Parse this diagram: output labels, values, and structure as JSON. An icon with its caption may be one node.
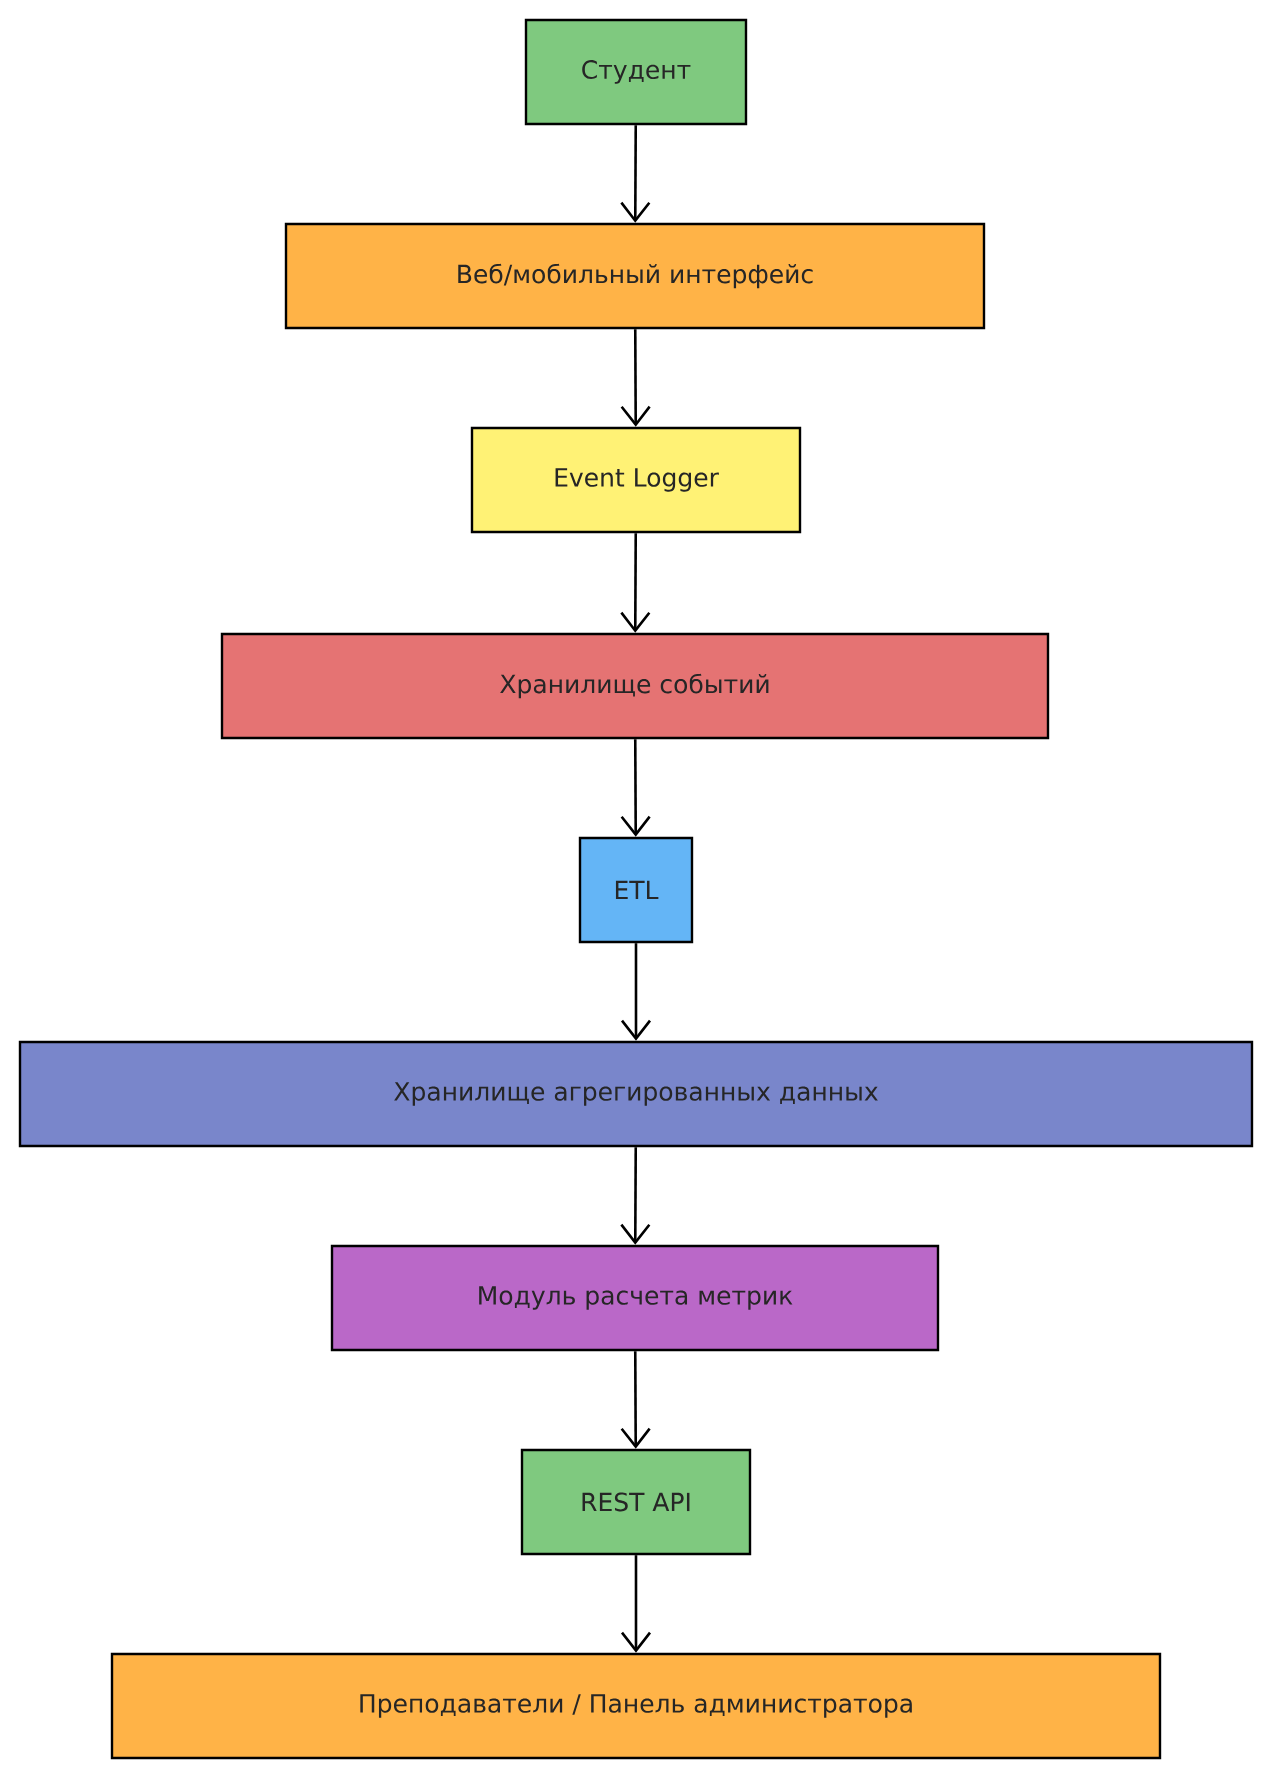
{
  "diagram": {
    "nodes": [
      {
        "text": [
          "Студент"
        ]
      },
      {
        "text": [
          "Веб/мобильный интерфейс"
        ]
      },
      {
        "text": [
          "Event Logger"
        ]
      },
      {
        "text": [
          "Хранилище событий"
        ]
      },
      {
        "text": [
          "ETL"
        ]
      },
      {
        "text": [
          "Хранилище агрегированных данных"
        ]
      },
      {
        "text": [
          "Модуль расчета метрик"
        ]
      },
      {
        "text": [
          "REST API"
        ]
      },
      {
        "text": [
          "Преподаватели / Панель администратора"
        ]
      }
    ],
    "edges": [
      {
        "from": 0,
        "to": 1,
        "arrow": "to"
      },
      {
        "from": 1,
        "to": 2,
        "arrow": "to"
      },
      {
        "from": 2,
        "to": 3,
        "arrow": "to"
      },
      {
        "from": 3,
        "to": 4,
        "arrow": "to"
      },
      {
        "from": 4,
        "to": 5,
        "arrow": "to"
      },
      {
        "from": 5,
        "to": 6,
        "arrow": "to"
      },
      {
        "from": 6,
        "to": 7,
        "arrow": "to"
      },
      {
        "from": 7,
        "to": 8,
        "arrow": "to"
      }
    ]
  }
}
